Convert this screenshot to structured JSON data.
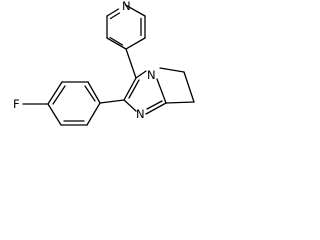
{
  "atom_labels": {
    "pyridine_n": "N",
    "ring_n_bridge": "N",
    "ring_n_imine": "N",
    "fluorine": "F"
  },
  "colors": {
    "background": "#ffffff",
    "bond": "#000000",
    "label": "#000000"
  }
}
